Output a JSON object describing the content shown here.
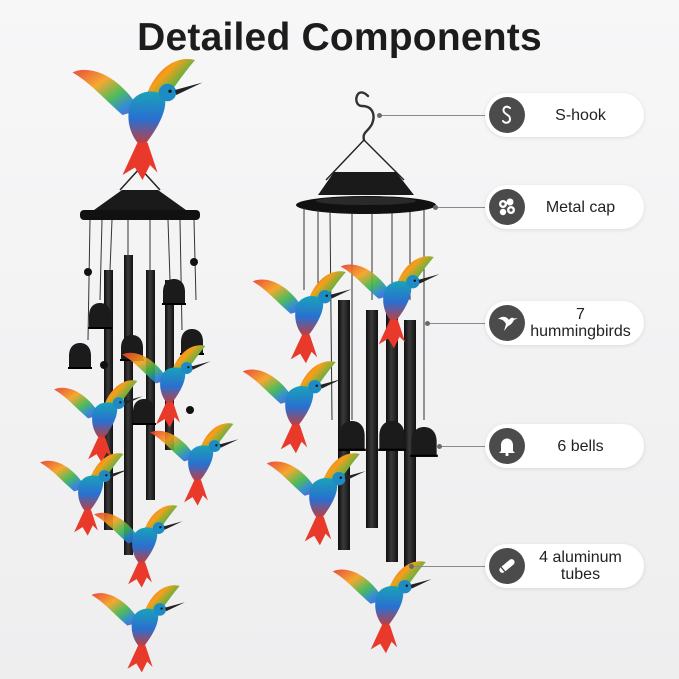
{
  "title": "Detailed Components",
  "callouts": [
    {
      "label": "S-hook",
      "icon": "s-hook-icon"
    },
    {
      "label": "Metal cap",
      "icon": "metal-cap-icon"
    },
    {
      "label": "7 hummingbirds",
      "icon": "hummingbird-icon"
    },
    {
      "label": "6 bells",
      "icon": "bell-icon"
    },
    {
      "label": "4 aluminum tubes",
      "icon": "tube-icon"
    }
  ],
  "colors": {
    "icon_bg": "#4b4b4b",
    "chime_black": "#1b1b1b",
    "bird_blue": "#1f7fd6",
    "bird_red": "#e8392b",
    "bird_orange": "#f5a01a",
    "bird_purple": "#6b3fb0"
  }
}
